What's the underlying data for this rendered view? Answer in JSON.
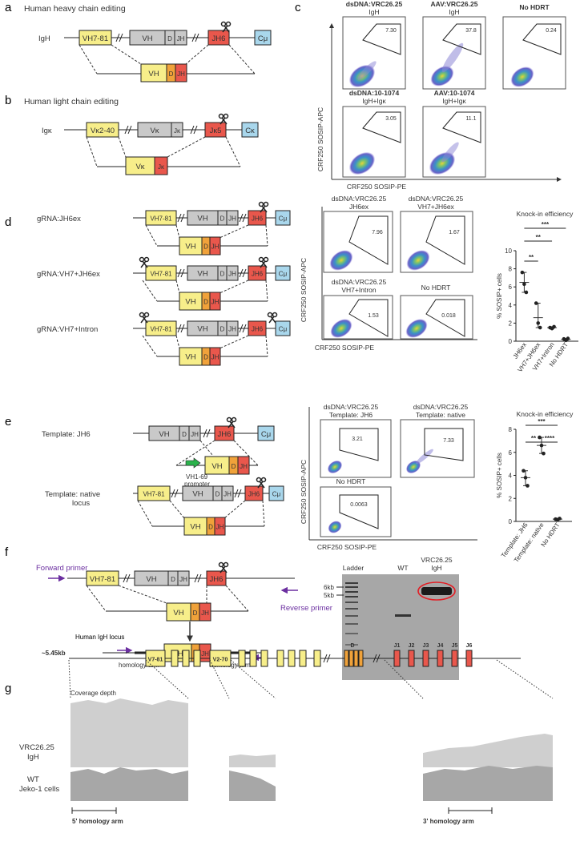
{
  "colors": {
    "yellow": "#f7ee8a",
    "red": "#e9574c",
    "orange": "#f0a23a",
    "gray": "#c9c9c9",
    "blue": "#a9d7ec",
    "purple": "#6b2fa0",
    "green": "#2bb24c"
  },
  "panel_a": {
    "letter": "a",
    "title": "Human heavy chain editing",
    "locus": "IgH",
    "boxes": {
      "v_upstream": "VH7-81",
      "vh": "VH",
      "d": "D",
      "jh": "JH",
      "jh6": "JH6",
      "c": "Cμ"
    }
  },
  "panel_b": {
    "letter": "b",
    "title": "Human light chain editing",
    "locus": "Igκ",
    "boxes": {
      "v_upstream": "Vκ2-40",
      "vk": "Vκ",
      "jk": "Jκ",
      "jk5": "Jκ5",
      "c": "Cκ"
    }
  },
  "panel_c": {
    "letter": "c",
    "plots": [
      {
        "title": "dsDNA:VRC26.25",
        "subtitle": "IgH",
        "value": "7.30"
      },
      {
        "title": "AAV:VRC26.25",
        "subtitle": "IgH",
        "value": "37.8"
      },
      {
        "title": "No HDRT",
        "subtitle": "",
        "value": "0.24"
      },
      {
        "title": "dsDNA:10-1074",
        "subtitle": "IgH+Igκ",
        "value": "3.05"
      },
      {
        "title": "AAV:10-1074",
        "subtitle": "IgH+Igκ",
        "value": "11.1"
      }
    ],
    "ylabel": "CRF250 SOSIP-APC",
    "xlabel": "CRF250 SOSIP-PE"
  },
  "panel_d": {
    "letter": "d",
    "rows": [
      {
        "label": "gRNA:JH6ex"
      },
      {
        "label": "gRNA:VH7+JH6ex"
      },
      {
        "label": "gRNA:VH7+Intron"
      }
    ],
    "boxes": {
      "v_upstream": "VH7-81",
      "vh": "VH",
      "d": "D",
      "jh": "JH",
      "jh6": "JH6",
      "c": "Cμ"
    },
    "plots": [
      {
        "title": "dsDNA:VRC26.25",
        "subtitle": "JH6ex",
        "value": "7.96"
      },
      {
        "title": "dsDNA:VRC26.25",
        "subtitle": "VH7+JH6ex",
        "value": "1.67"
      },
      {
        "title": "dsDNA:VRC26.25",
        "subtitle": "VH7+Intron",
        "value": "1.53"
      },
      {
        "title": "No HDRT",
        "subtitle": "",
        "value": "0.018"
      }
    ],
    "ylabel": "CRF250 SOSIP-APC",
    "xlabel": "CRF250 SOSIP-PE"
  },
  "panel_e": {
    "letter": "e",
    "rows": [
      {
        "label": "Template: JH6"
      },
      {
        "label": "Template: native",
        "label2": "locus"
      }
    ],
    "promoter": "VH1-69",
    "promoter2": "promoter",
    "plots": [
      {
        "title": "dsDNA:VRC26.25",
        "subtitle": "Template: JH6",
        "value": "3.21"
      },
      {
        "title": "dsDNA:VRC26.25",
        "subtitle": "Template: native",
        "value": "7.33"
      },
      {
        "title": "No HDRT",
        "subtitle": "",
        "value": "0.0063"
      }
    ],
    "ylabel": "CRF250 SOSIP-APC",
    "xlabel": "CRF250 SOSIP-PE"
  },
  "panel_f": {
    "letter": "f",
    "forward": "Forward primer",
    "reverse": "Reverse primer",
    "size": "~5.45kb",
    "arm1": "homology arm",
    "arm2": "homology arm",
    "gel": {
      "lanes": [
        "Ladder",
        "WT",
        "VRC26.25"
      ],
      "lane3_sub": "IgH",
      "markers": [
        "6kb",
        "5kb"
      ]
    }
  },
  "panel_g": {
    "letter": "g",
    "title": "Human IgH locus",
    "v_labels": [
      "V7-81",
      "V2-70"
    ],
    "d_label": "D",
    "j_labels": [
      "J1",
      "J2",
      "J3",
      "J4",
      "J5",
      "J6"
    ],
    "coverage": "Coverage depth",
    "track1": [
      "VRC26.25",
      "IgH"
    ],
    "track2": [
      "WT",
      "Jeko-1 cells"
    ],
    "arm5": "5' homology arm",
    "arm3": "3' homology arm"
  },
  "chart_data": [
    {
      "type": "scatter",
      "title": "Knock-in efficiency",
      "ylabel": "% SOSIP+ cells",
      "ylim": [
        0,
        10
      ],
      "yticks": [
        0,
        2,
        4,
        6,
        8,
        10
      ],
      "categories": [
        "JH6ex",
        "VH7+JH6ex",
        "VH7+Intron",
        "No HDRT"
      ],
      "series": [
        {
          "values": [
            [
              7.6,
              6.3,
              5.4
            ],
            [
              4.2,
              2.0,
              1.5
            ],
            [
              1.5,
              1.4,
              1.6
            ],
            [
              0.25,
              0.1,
              0.3
            ]
          ]
        }
      ],
      "means": [
        6.5,
        2.6,
        1.5,
        0.2
      ],
      "significance": [
        {
          "pair": [
            0,
            1
          ],
          "label": "**"
        },
        {
          "pair": [
            0,
            2
          ],
          "label": "**"
        },
        {
          "pair": [
            0,
            3
          ],
          "label": "***"
        }
      ]
    },
    {
      "type": "scatter",
      "title": "Knock-in efficiency",
      "ylabel": "% SOSIP+ cells",
      "ylim": [
        0,
        8
      ],
      "yticks": [
        0,
        2,
        4,
        6,
        8
      ],
      "categories": [
        "Template: JH6",
        "Template: native",
        "No HDRT"
      ],
      "series": [
        {
          "values": [
            [
              4.4,
              3.8,
              3.1
            ],
            [
              7.3,
              6.6,
              5.9
            ],
            [
              0.2,
              0.15,
              0.25
            ]
          ]
        }
      ],
      "means": [
        3.8,
        6.6,
        0.2
      ],
      "significance": [
        {
          "pair": [
            0,
            1
          ],
          "label": "**"
        },
        {
          "pair": [
            1,
            2
          ],
          "label": "****"
        },
        {
          "pair": [
            0,
            2
          ],
          "label": "***"
        }
      ]
    }
  ]
}
